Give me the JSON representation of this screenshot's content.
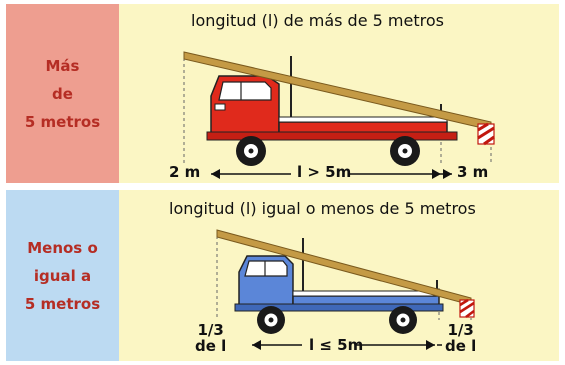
{
  "top": {
    "label_lines": [
      "Más",
      "de",
      "5 metros"
    ],
    "title": "longitud (l) de más de 5 metros",
    "front_overhang": "2 m",
    "length": "l > 5m",
    "rear_overhang": "3 m"
  },
  "bottom": {
    "label_lines": [
      "Menos o",
      "igual a",
      "5 metros"
    ],
    "title": "longitud (l) igual o menos de 5 metros",
    "front_overhang": [
      "1/3",
      "de l"
    ],
    "length": "l ≤ 5m",
    "rear_overhang": [
      "1/3",
      "de l"
    ]
  },
  "colors": {
    "top_label_bg": "#ee9e90",
    "bottom_label_bg": "#bcdaf2",
    "label_text": "#b52d24",
    "scene_bg": "#fbf6c4",
    "truck_red": "#e02a1c",
    "truck_blue": "#5b86d8",
    "load_wood": "#c49a45"
  }
}
